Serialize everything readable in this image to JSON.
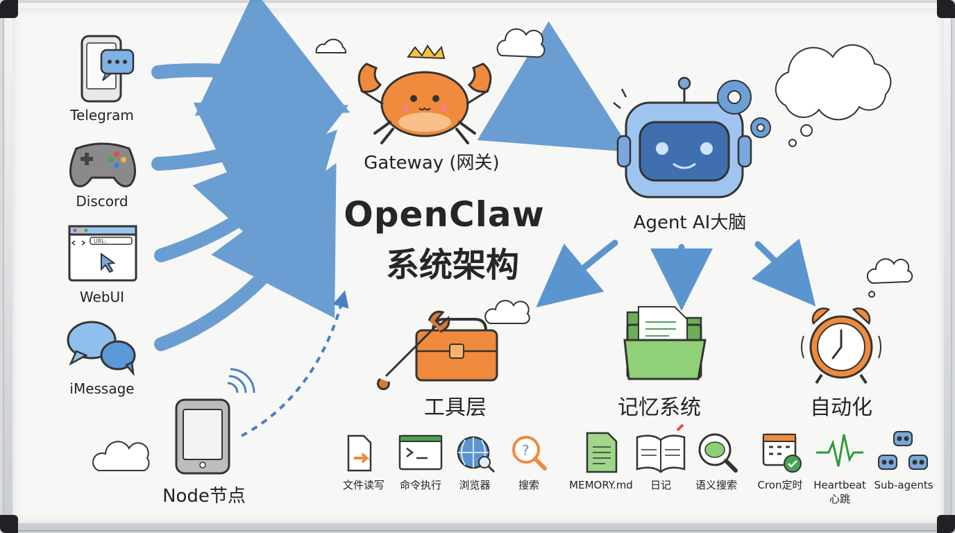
{
  "title": {
    "line1": "OpenClaw",
    "line2": "系统架构"
  },
  "channels": [
    {
      "label": "Telegram",
      "icon": "phone-chat-icon"
    },
    {
      "label": "Discord",
      "icon": "gamepad-icon"
    },
    {
      "label": "WebUI",
      "icon": "browser-window-icon"
    },
    {
      "label": "iMessage",
      "icon": "chat-bubbles-icon"
    }
  ],
  "node": {
    "label": "Node节点",
    "icon": "mobile-phone-icon"
  },
  "gateway": {
    "label": "Gateway (网关)",
    "icon": "crab-icon"
  },
  "agent": {
    "label": "Agent AI大脑",
    "icon": "robot-icon"
  },
  "modules": [
    {
      "label": "工具层",
      "icon": "toolbox-icon",
      "items": [
        {
          "label": "文件读写",
          "icon": "file-edit-icon"
        },
        {
          "label": "命令执行",
          "icon": "terminal-icon"
        },
        {
          "label": "浏览器",
          "icon": "globe-search-icon"
        },
        {
          "label": "搜索",
          "icon": "search-icon"
        }
      ]
    },
    {
      "label": "记忆系统",
      "icon": "folder-icon",
      "items": [
        {
          "label": "MEMORY.md",
          "icon": "document-icon"
        },
        {
          "label": "日记",
          "icon": "open-book-icon"
        },
        {
          "label": "语义搜索",
          "icon": "brain-search-icon"
        }
      ]
    },
    {
      "label": "自动化",
      "icon": "alarm-clock-icon",
      "items": [
        {
          "label": "Cron定时",
          "icon": "calendar-check-icon"
        },
        {
          "label": "Heartbeat",
          "sublabel": "心跳",
          "icon": "heartbeat-icon"
        },
        {
          "label": "Sub-agents",
          "icon": "robots-icon"
        }
      ]
    }
  ],
  "colors": {
    "arrow": "#5b95cf",
    "crab": "#f08a3c",
    "robot": "#7aa8de",
    "toolbox": "#f0883a",
    "folder": "#7fc16a",
    "clock": "#f08a3c"
  }
}
